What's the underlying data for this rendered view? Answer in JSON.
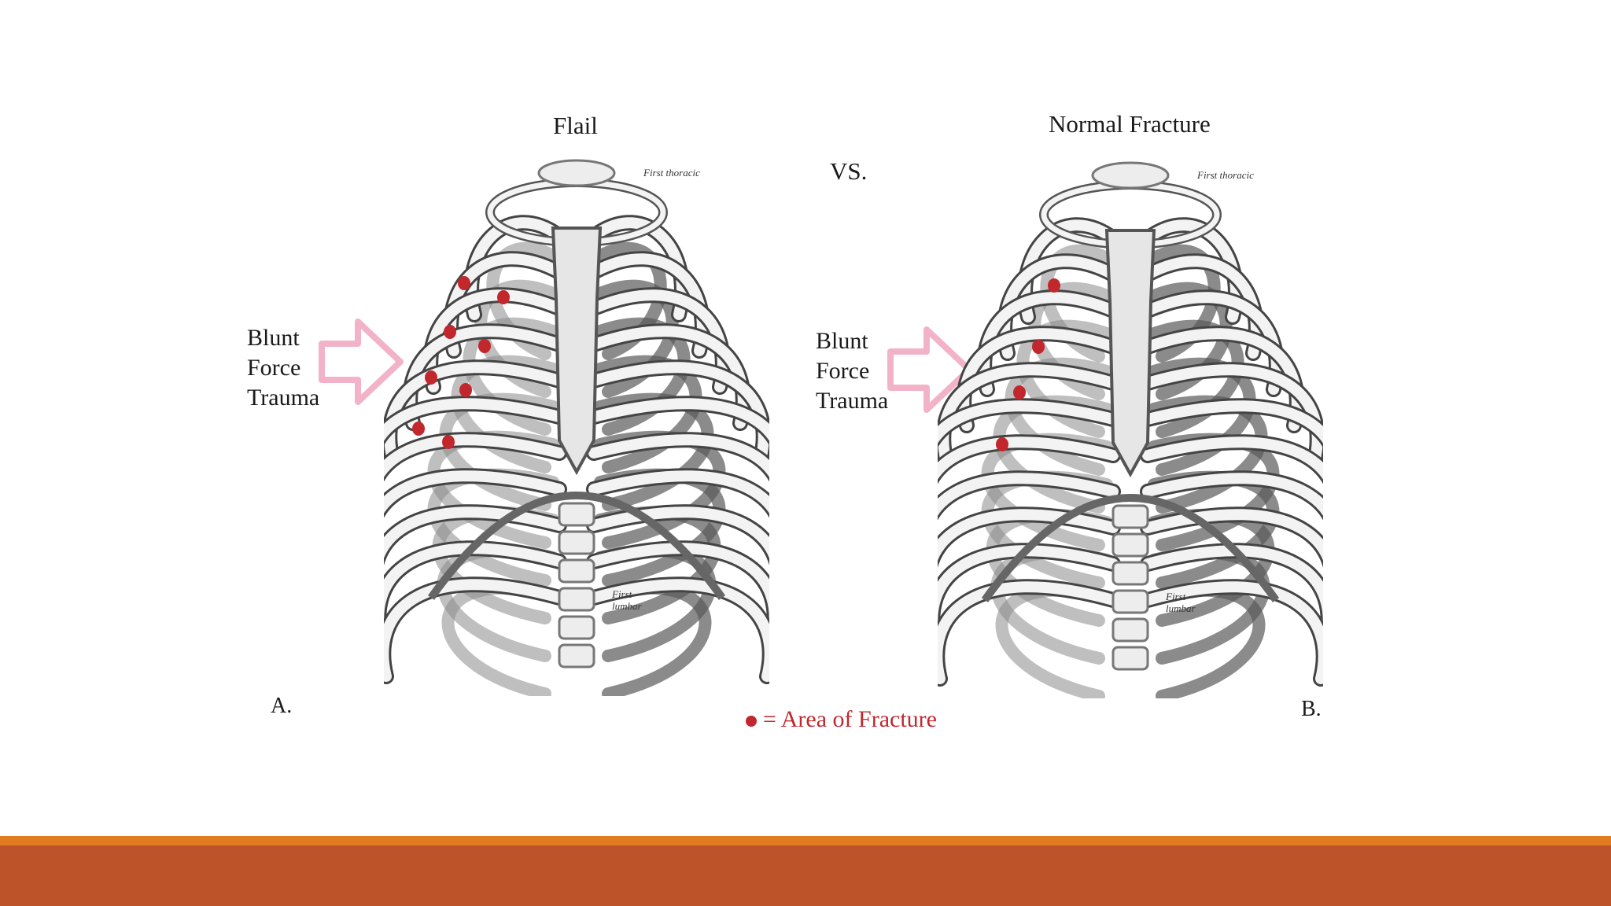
{
  "figure": {
    "left_title": "Flail",
    "right_title": "Normal Fracture",
    "vs_label": "VS.",
    "trauma_label_left": [
      "Blunt",
      "Force",
      "Trauma"
    ],
    "trauma_label_right": [
      "Blunt",
      "Force",
      "Trauma"
    ],
    "rib_annotation_top": "First thoracic",
    "rib_annotation_bottom": [
      "First",
      "lumbar"
    ],
    "panel_a": "A.",
    "panel_b": "B.",
    "legend_text": "= Area of Fracture"
  },
  "colors": {
    "fracture": "#c1272d",
    "arrow_outline": "#f2b3c9",
    "band_thin": "#e07b22",
    "band_main": "#bd5328",
    "bone": "#f3f3f3",
    "bone_shadow": "#555555"
  },
  "fractures": {
    "flail_count": 8,
    "normal_count": 4
  }
}
